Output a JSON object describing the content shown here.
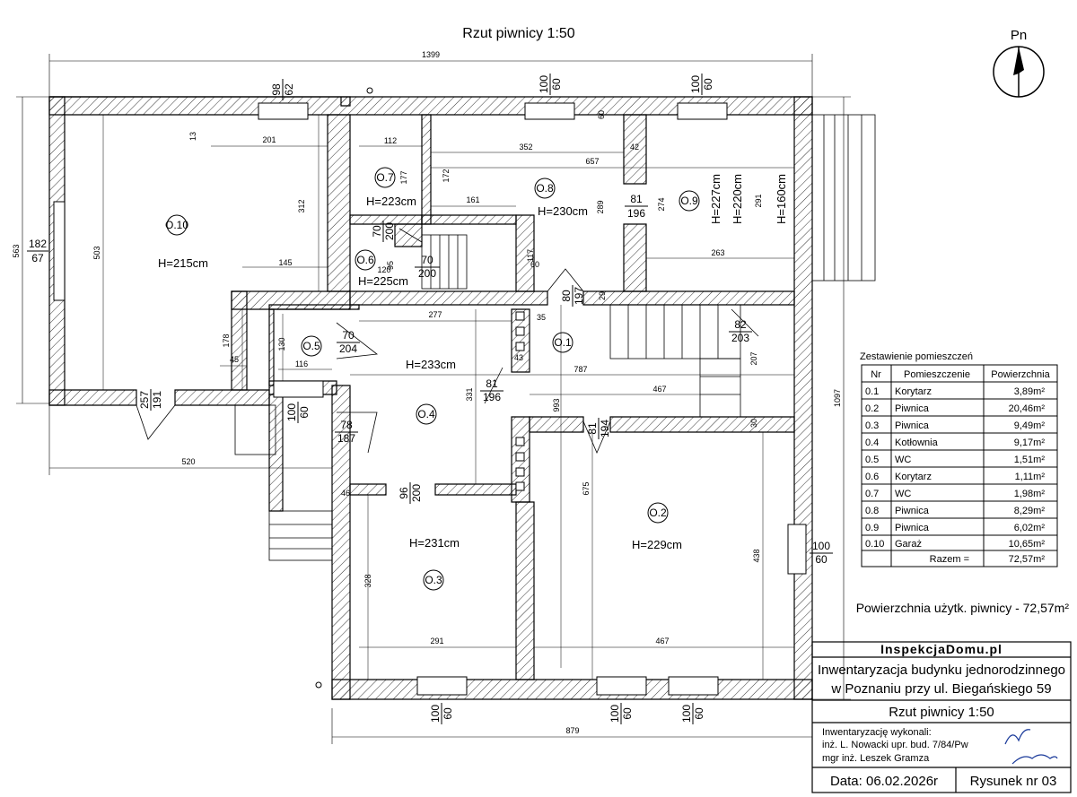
{
  "title": "Rzut piwnicy  1:50",
  "north": "Pn",
  "overall_dims": {
    "top": "1399",
    "left": "563",
    "right": "1097",
    "bottom": "879",
    "left_bottom": "520"
  },
  "rooms": [
    {
      "id": "O.10",
      "height": "H=215cm"
    },
    {
      "id": "O.7",
      "height": "H=223cm"
    },
    {
      "id": "O.8",
      "height": "H=230cm"
    },
    {
      "id": "O.9",
      "height": "H=227cm",
      "height2": "H=220cm",
      "height3": "H=160cm"
    },
    {
      "id": "O.6",
      "height": "H=225cm"
    },
    {
      "id": "O.5",
      "height": ""
    },
    {
      "id": "O.4",
      "height": "H=233cm"
    },
    {
      "id": "O.1",
      "height": ""
    },
    {
      "id": "O.3",
      "height": "H=231cm"
    },
    {
      "id": "O.2",
      "height": "H=229cm"
    }
  ],
  "inner_dims": [
    "201",
    "13",
    "312",
    "503",
    "145",
    "178",
    "45",
    "112",
    "177",
    "161",
    "172",
    "352",
    "657",
    "42",
    "60",
    "289",
    "274",
    "291",
    "263",
    "117",
    "60",
    "120",
    "95",
    "277",
    "35",
    "43",
    "787",
    "467",
    "207",
    "331",
    "993",
    "675",
    "130",
    "116",
    "438",
    "328",
    "291",
    "467",
    "30",
    "29",
    "46"
  ],
  "openings": [
    {
      "w": "98",
      "h": "62"
    },
    {
      "w": "100",
      "h": "60"
    },
    {
      "w": "100",
      "h": "60"
    },
    {
      "w": "182",
      "h": "67"
    },
    {
      "w": "70",
      "h": "200"
    },
    {
      "w": "70",
      "h": "200"
    },
    {
      "w": "81",
      "h": "196"
    },
    {
      "w": "80",
      "h": "197"
    },
    {
      "w": "82",
      "h": "203"
    },
    {
      "w": "70",
      "h": "204"
    },
    {
      "w": "257",
      "h": "191"
    },
    {
      "w": "100",
      "h": "60"
    },
    {
      "w": "78",
      "h": "187"
    },
    {
      "w": "81",
      "h": "196"
    },
    {
      "w": "81",
      "h": "194"
    },
    {
      "w": "96",
      "h": "200"
    },
    {
      "w": "100",
      "h": "60"
    },
    {
      "w": "100",
      "h": "60"
    },
    {
      "w": "100",
      "h": "60"
    },
    {
      "w": "100",
      "h": "60"
    }
  ],
  "room_table": {
    "title": "Zestawienie pomieszczeń",
    "headers": [
      "Nr",
      "Pomieszczenie",
      "Powierzchnia"
    ],
    "rows": [
      [
        "0.1",
        "Korytarz",
        "3,89m²"
      ],
      [
        "0.2",
        "Piwnica",
        "20,46m²"
      ],
      [
        "0.3",
        "Piwnica",
        "9,49m²"
      ],
      [
        "0.4",
        "Kotłownia",
        "9,17m²"
      ],
      [
        "0.5",
        "WC",
        "1,51m²"
      ],
      [
        "0.6",
        "Korytarz",
        "1,11m²"
      ],
      [
        "0.7",
        "WC",
        "1,98m²"
      ],
      [
        "0.8",
        "Piwnica",
        "8,29m²"
      ],
      [
        "0.9",
        "Piwnica",
        "6,02m²"
      ],
      [
        "0.10",
        "Garaż",
        "10,65m²"
      ]
    ],
    "total_label": "Razem  =",
    "total_value": "72,57m²"
  },
  "usable_area": "Powierzchnia użytk. piwnicy -  72,57m²",
  "title_block": {
    "company": "InspekcjaDomu.pl",
    "project_line1": "Inwentaryzacja budynku jednorodzinnego",
    "project_line2": "w Poznaniu przy ul. Biegańskiego 59",
    "drawing": "Rzut piwnicy  1:50",
    "authors_label": "Inwentaryzację wykonali:",
    "author1": "inż. L. Nowacki  upr. bud. 7/84/Pw",
    "author2": "mgr inż. Leszek Gramza",
    "date": "Data: 06.02.2026r",
    "sheet": "Rysunek nr 03"
  }
}
